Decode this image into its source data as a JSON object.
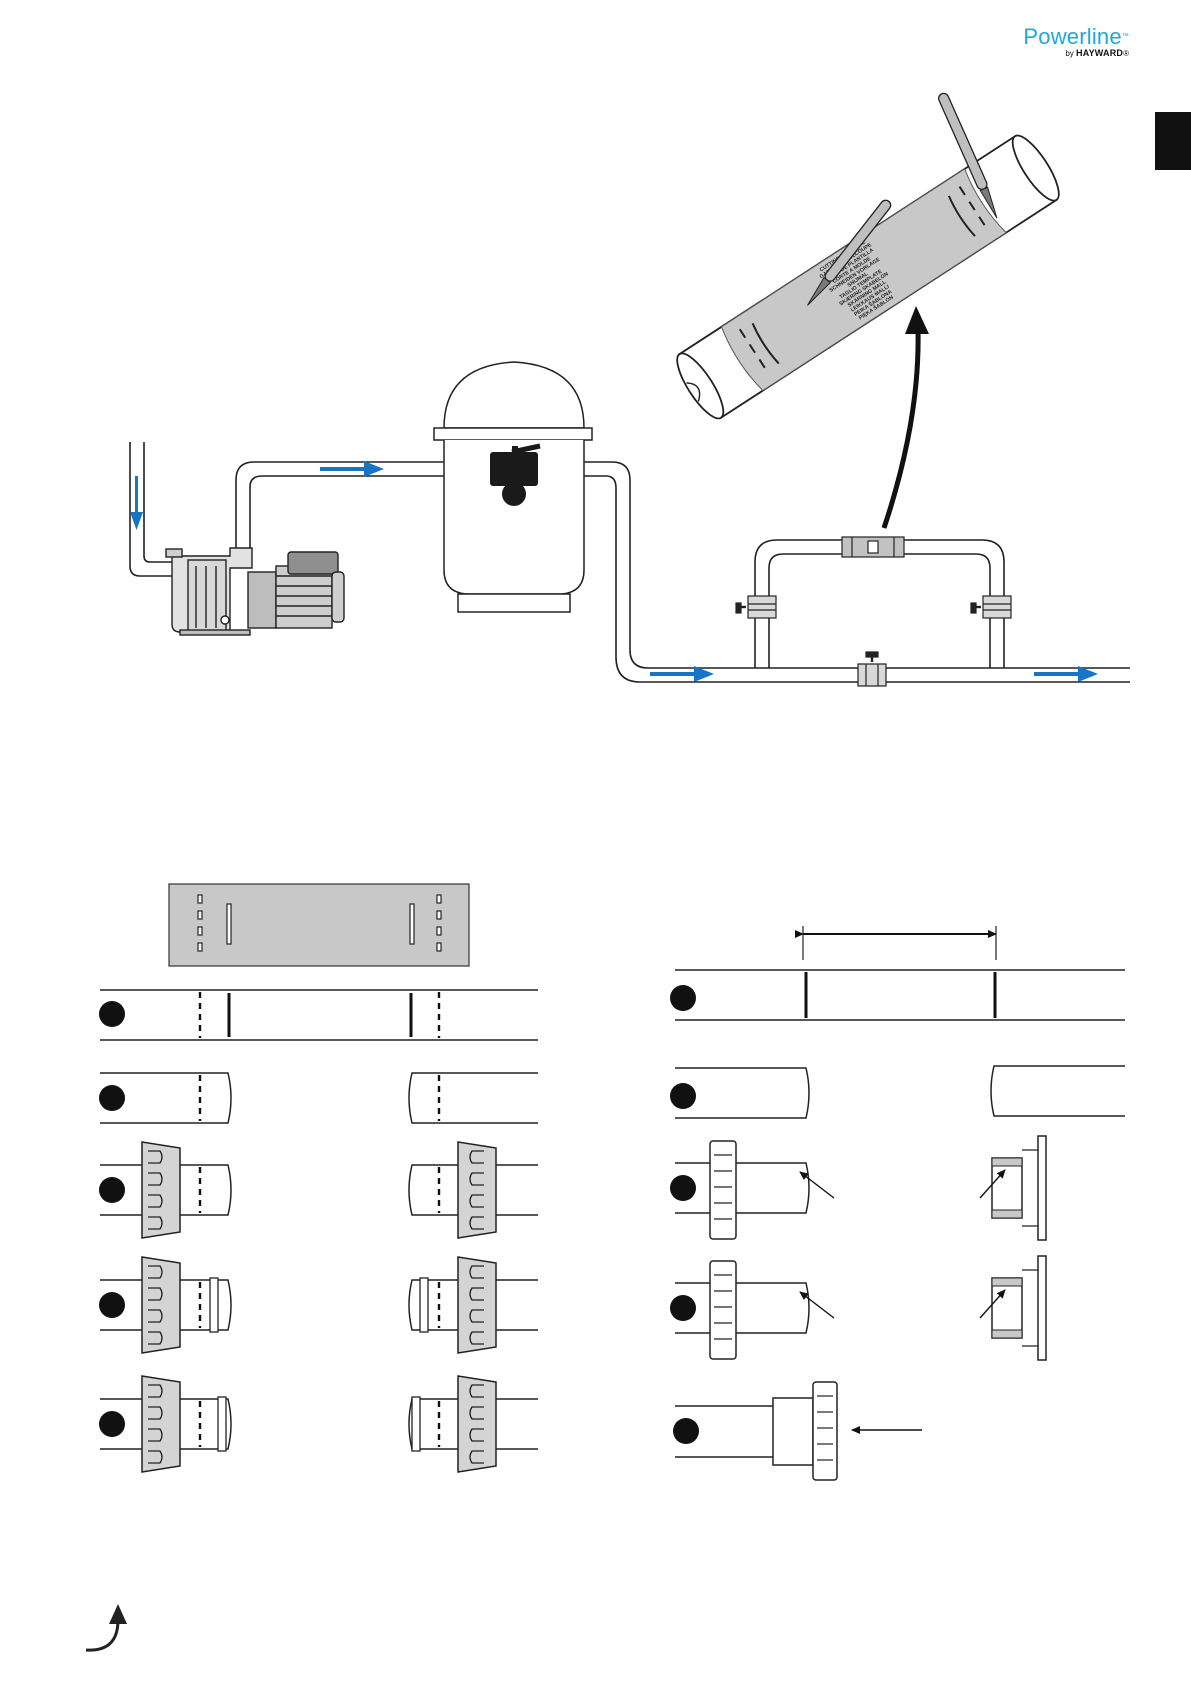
{
  "brand": {
    "name": "Powerline",
    "trademark": "™",
    "by": "by",
    "maker": "HAYWARD",
    "maker_mark": "®"
  },
  "template_labels": [
    "CUTTING TEMPLATE",
    "GABARIT DE DÉCOUPE",
    "CORTE DE PLANTILLA",
    "CORTE A MOLDE",
    "SCHNEIDEN VORLAGE",
    "SNIJMAL",
    "TAGLIO TEMPLATE",
    "SKÆRING SKABELON",
    "SKÄRNING MALL",
    "LEIKKAUS MALLI",
    "PEIKA ŠABLONA",
    "PIĘKA ŠABLON"
  ],
  "colors": {
    "flow_arrow": "#1a74c4",
    "brand": "#1fa8d8",
    "step_dot": "#111111",
    "template_fill": "#c8c8c8",
    "nut_fill": "#d4d4d4"
  },
  "icons": [
    "pump-icon",
    "filter-tank-icon",
    "multiport-valve-icon",
    "ball-valve-icon",
    "scalpel-icon",
    "flow-arrow-icon",
    "turn-page-icon"
  ]
}
